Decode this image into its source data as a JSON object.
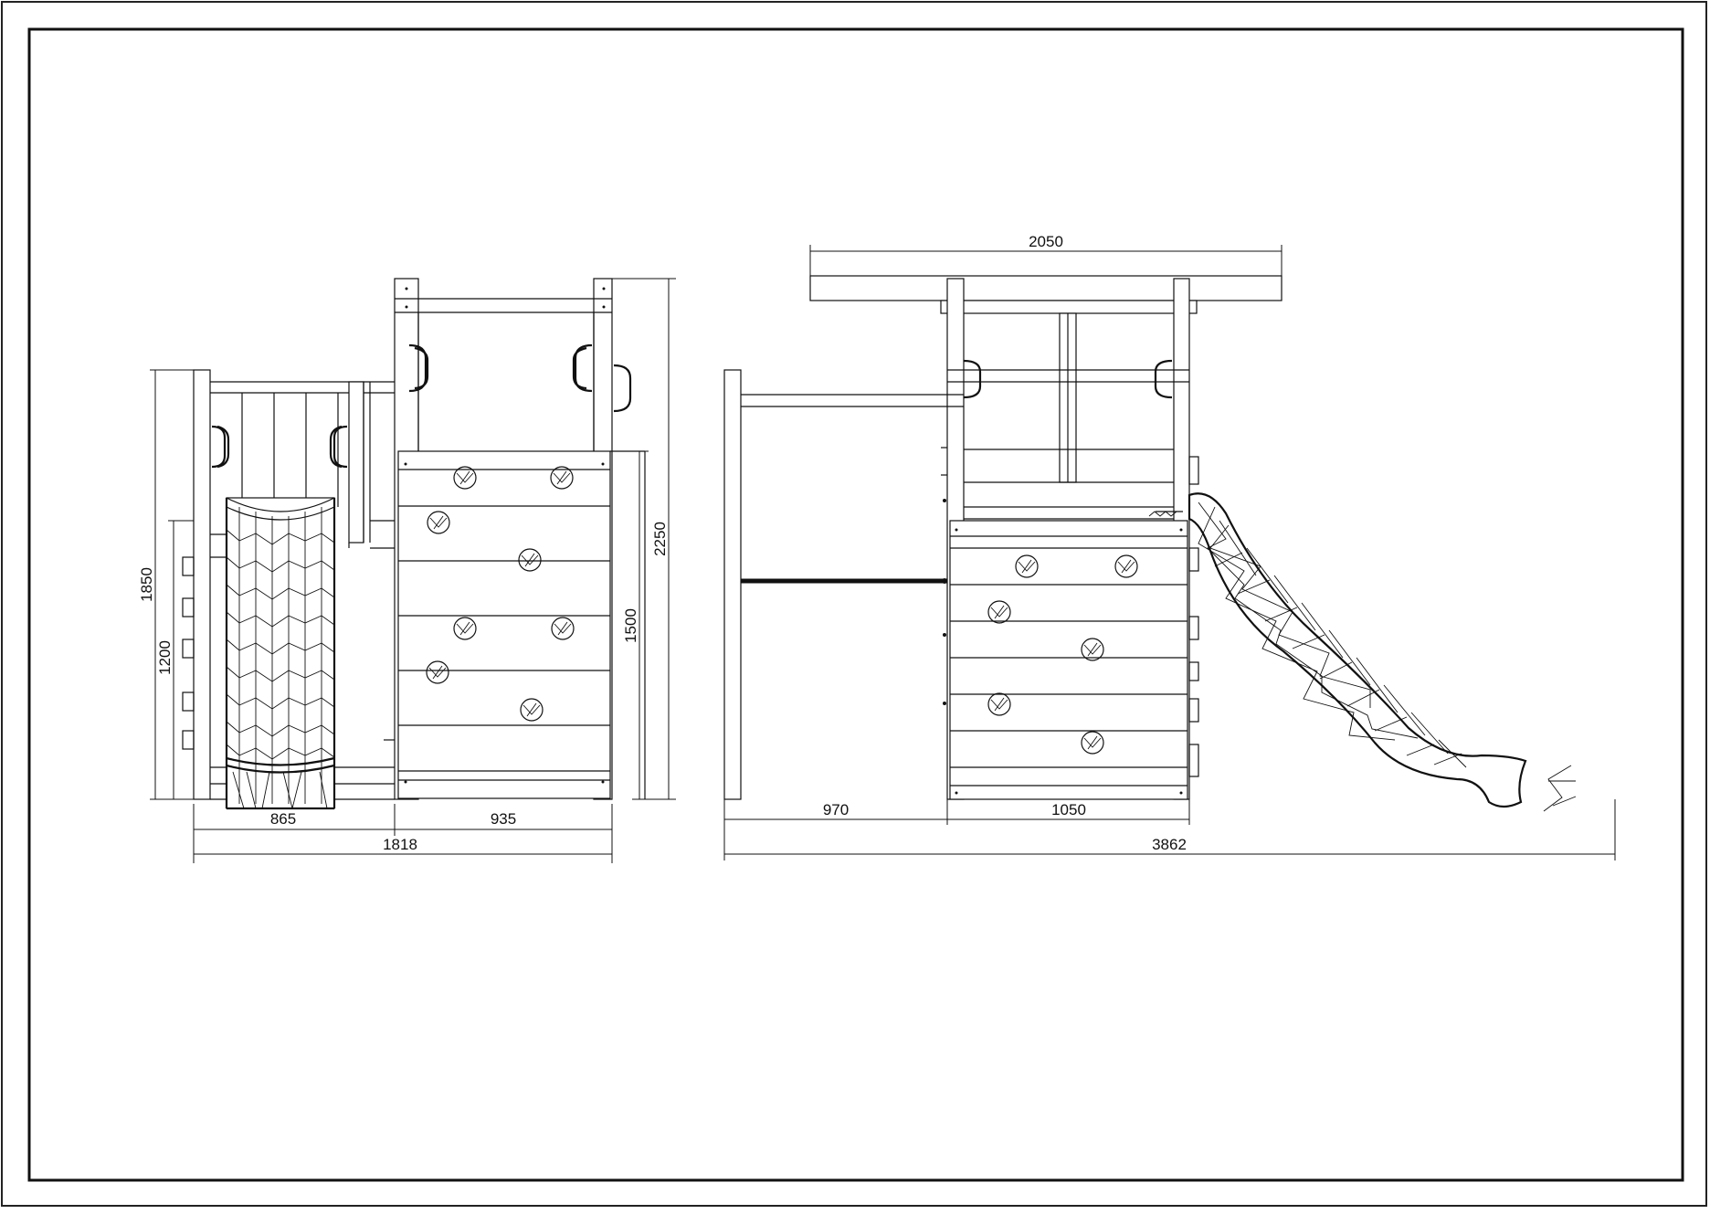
{
  "drawing": {
    "side_view": {
      "dims": {
        "width_slide_section": "865",
        "width_wall_section": "935",
        "total_width": "1818",
        "height_rail": "1850",
        "height_platform": "1200",
        "height_wall": "1500",
        "height_total": "2250"
      }
    },
    "front_view": {
      "dims": {
        "roof_width": "2050",
        "bar_width": "970",
        "tower_width": "1050",
        "total_length": "3862"
      }
    }
  }
}
